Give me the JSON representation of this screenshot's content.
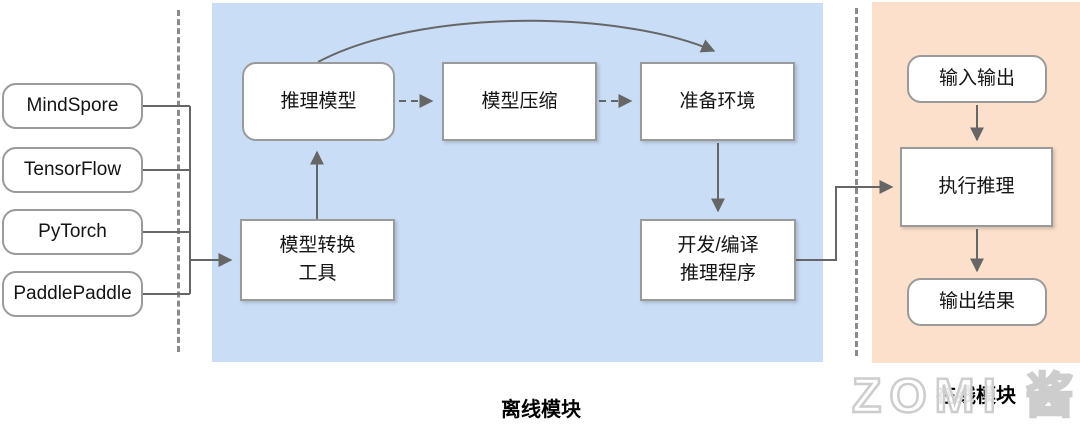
{
  "frameworks": [
    "MindSpore",
    "TensorFlow",
    "PyTorch",
    "PaddlePaddle"
  ],
  "offline": {
    "label": "离线模块",
    "nodes": {
      "inference_model": "推理模型",
      "model_compression": "模型压缩",
      "prepare_env": "准备环境",
      "model_convert": {
        "line1": "模型转换",
        "line2": "工具"
      },
      "develop_compile": {
        "line1": "开发/编译",
        "line2": "推理程序"
      }
    }
  },
  "online": {
    "label": "在线模块",
    "nodes": {
      "input_output": "输入输出",
      "run_inference": "执行推理",
      "output_result": "输出结果"
    }
  },
  "watermark": "ZOMI 酱",
  "colors": {
    "offline_bg": "#c9ddf6",
    "online_bg": "#fce0cb",
    "arrow": "#666666",
    "box_border": "#9a9a9a",
    "separator": "#8a8a8a",
    "watermark": "#cdcdcd"
  }
}
